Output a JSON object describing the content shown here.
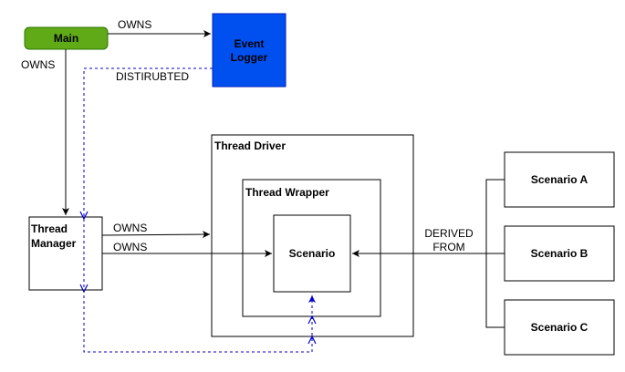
{
  "nodes": {
    "main": {
      "label": "Main",
      "fill": "#60a917",
      "stroke": "#2d7600",
      "text_color": "#ffffff"
    },
    "event_logger": {
      "label_line1": "Event",
      "label_line2": "Logger",
      "fill": "#0050ef",
      "stroke": "#001dbc",
      "text_color": "#ffffff"
    },
    "thread_manager": {
      "label_line1": "Thread",
      "label_line2": "Manager"
    },
    "thread_driver": {
      "label": "Thread Driver"
    },
    "thread_wrapper": {
      "label": "Thread Wrapper"
    },
    "scenario": {
      "label": "Scenario"
    },
    "scenario_a": {
      "label": "Scenario A"
    },
    "scenario_b": {
      "label": "Scenario B"
    },
    "scenario_c": {
      "label": "Scenario C"
    }
  },
  "edges": {
    "main_to_logger": {
      "label": "OWNS"
    },
    "main_to_manager": {
      "label": "OWNS"
    },
    "manager_to_driver": {
      "label": "OWNS"
    },
    "manager_to_scenario": {
      "label": "OWNS"
    },
    "logger_distributed": {
      "label": "DISTIRUBTED",
      "color": "#0000cc"
    },
    "derived_from": {
      "label_line1": "DERIVED",
      "label_line2": "FROM"
    }
  }
}
